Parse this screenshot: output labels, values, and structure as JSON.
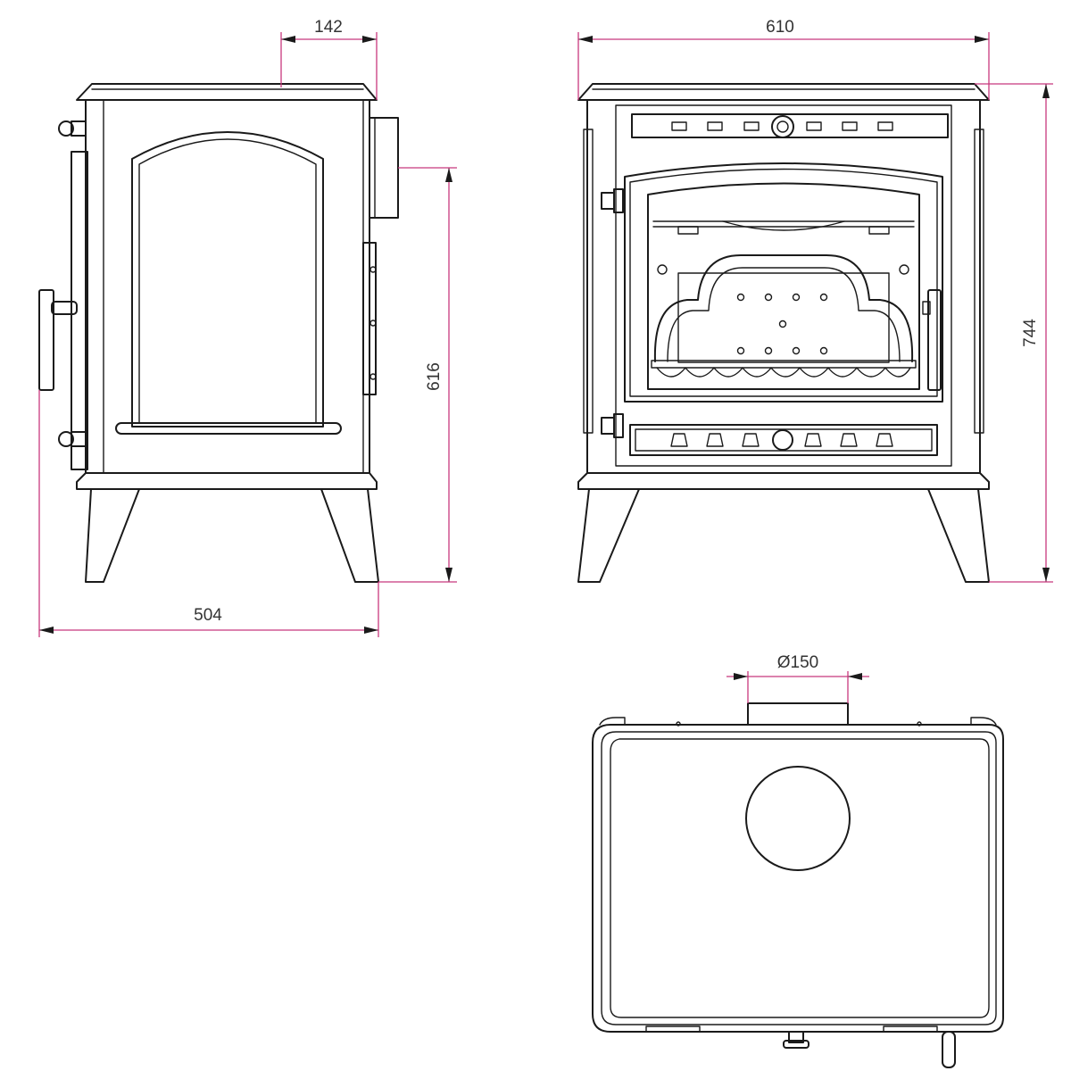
{
  "colors": {
    "line": "#1a1a1a",
    "dimension": "#c8387e",
    "text": "#333333",
    "background": "#ffffff"
  },
  "side_view": {
    "dim_flue_offset": "142",
    "dim_depth": "504",
    "dim_flue_height": "616"
  },
  "front_view": {
    "dim_width": "610",
    "dim_height": "744"
  },
  "top_view": {
    "dim_flue_diameter": "Ø150"
  }
}
